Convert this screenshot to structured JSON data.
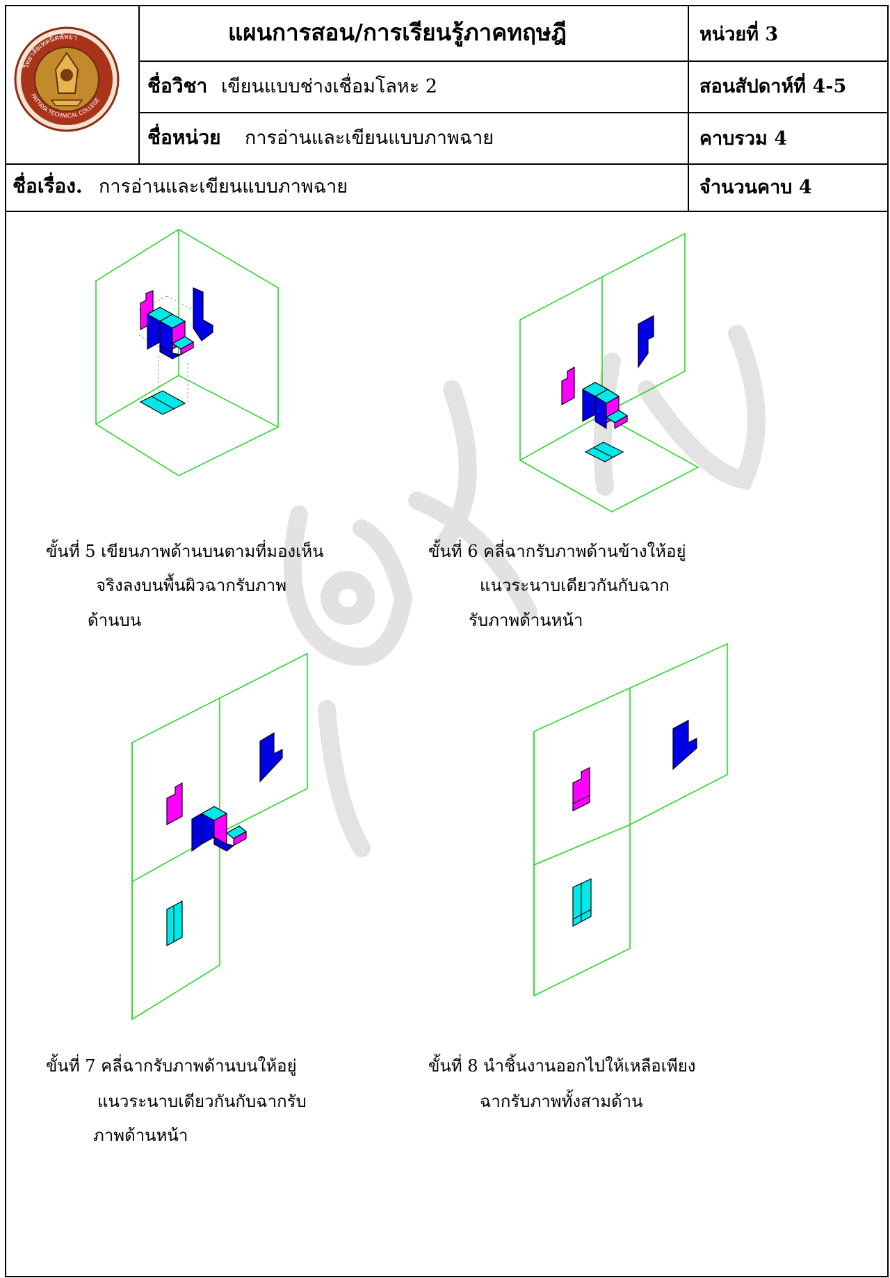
{
  "header": {
    "title": "แผนการสอน/การเรียนรู้ภาคทฤษฎี",
    "unit_no": "หน่วยที่ 3",
    "subject_label": "ชื่อวิชา",
    "subject_value": "เขียนแบบช่างเชื่อมโลหะ 2",
    "week": "สอนสัปดาห์ที่ 4-5",
    "unit_label": "ชื่อหน่วย",
    "unit_value": "การอ่านและเขียนแบบภาพฉาย",
    "total_periods": "คาบรวม 4",
    "topic_label": "ชื่อเรื่อง.",
    "topic_value": "การอ่านและเขียนแบบภาพฉาย",
    "periods": "จำนวนคาบ 4"
  },
  "steps": [
    {
      "lines": [
        "ขั้นที่ 5  เขียนภาพด้านบนตามที่มองเห็น",
        "จริงลงบนพื้นผิวฉากรับภาพ",
        "ด้านบน"
      ]
    },
    {
      "lines": [
        "ขั้นที่ 6 คลี่ฉากรับภาพด้านข้างให้อยู่",
        "แนวระนาบเดียวกันกับฉาก",
        "รับภาพด้านหน้า"
      ]
    },
    {
      "lines": [
        "ขั้นที่ 7  คลี่ฉากรับภาพด้านบนให้อยู่",
        "แนวระนาบเดียวกันกับฉากรับ",
        "ภาพด้านหน้า"
      ]
    },
    {
      "lines": [
        "ขั้นที่ 8 นำชิ้นงานออกไปให้เหลือเพียง",
        "ฉากรับภาพทั้งสามด้าน"
      ]
    }
  ],
  "colors": {
    "frame": "#1bd61b",
    "front": "#ff00ff",
    "side": "#0000e6",
    "top": "#00e8e8",
    "watermark": "#d9d9d9"
  },
  "logo": {
    "text_top": "วิทยาลัยเทคนิคพัทยา",
    "text_bottom": "PATTAYA TECHNICAL COLLEGE"
  }
}
